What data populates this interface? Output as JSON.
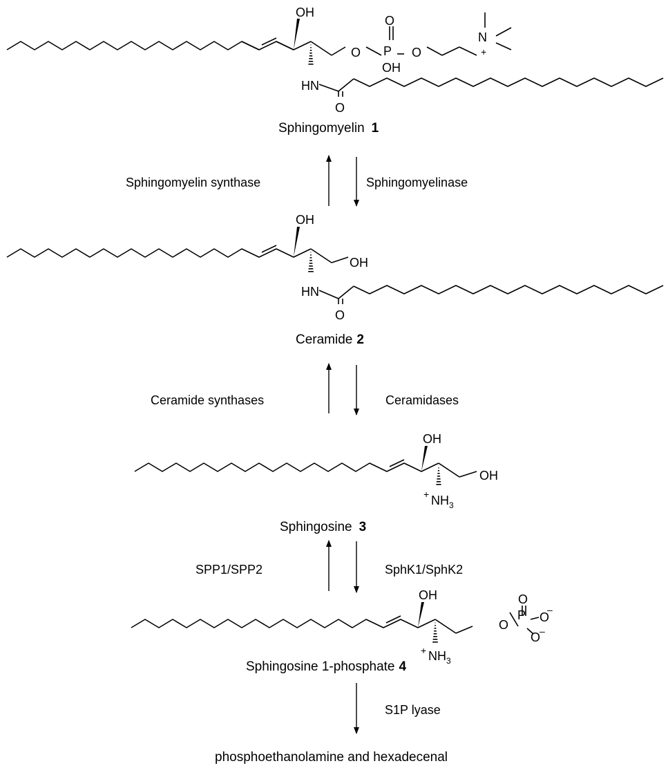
{
  "atoms": {
    "oh": "OH",
    "o": "O",
    "p": "P",
    "n": "N",
    "hn": "HN",
    "nh": "NH",
    "sub3": "3",
    "plus": "+",
    "minus": "–"
  },
  "compounds": [
    {
      "name": "Sphingomyelin",
      "number": "1"
    },
    {
      "name": "Ceramide",
      "number": "2"
    },
    {
      "name": "Sphingosine",
      "number": "3"
    },
    {
      "name": "Sphingosine 1-phosphate",
      "number": "4"
    }
  ],
  "product": "phosphoethanolamine and hexadecenal",
  "enzymes": {
    "step1_forward": "Sphingomyelin synthase",
    "step1_reverse": "Sphingomyelinase",
    "step2_forward": "Ceramide synthases",
    "step2_reverse": "Ceramidases",
    "step3_forward": "SPP1/SPP2",
    "step3_reverse": "SphK1/SphK2",
    "step4": "S1P lyase"
  }
}
